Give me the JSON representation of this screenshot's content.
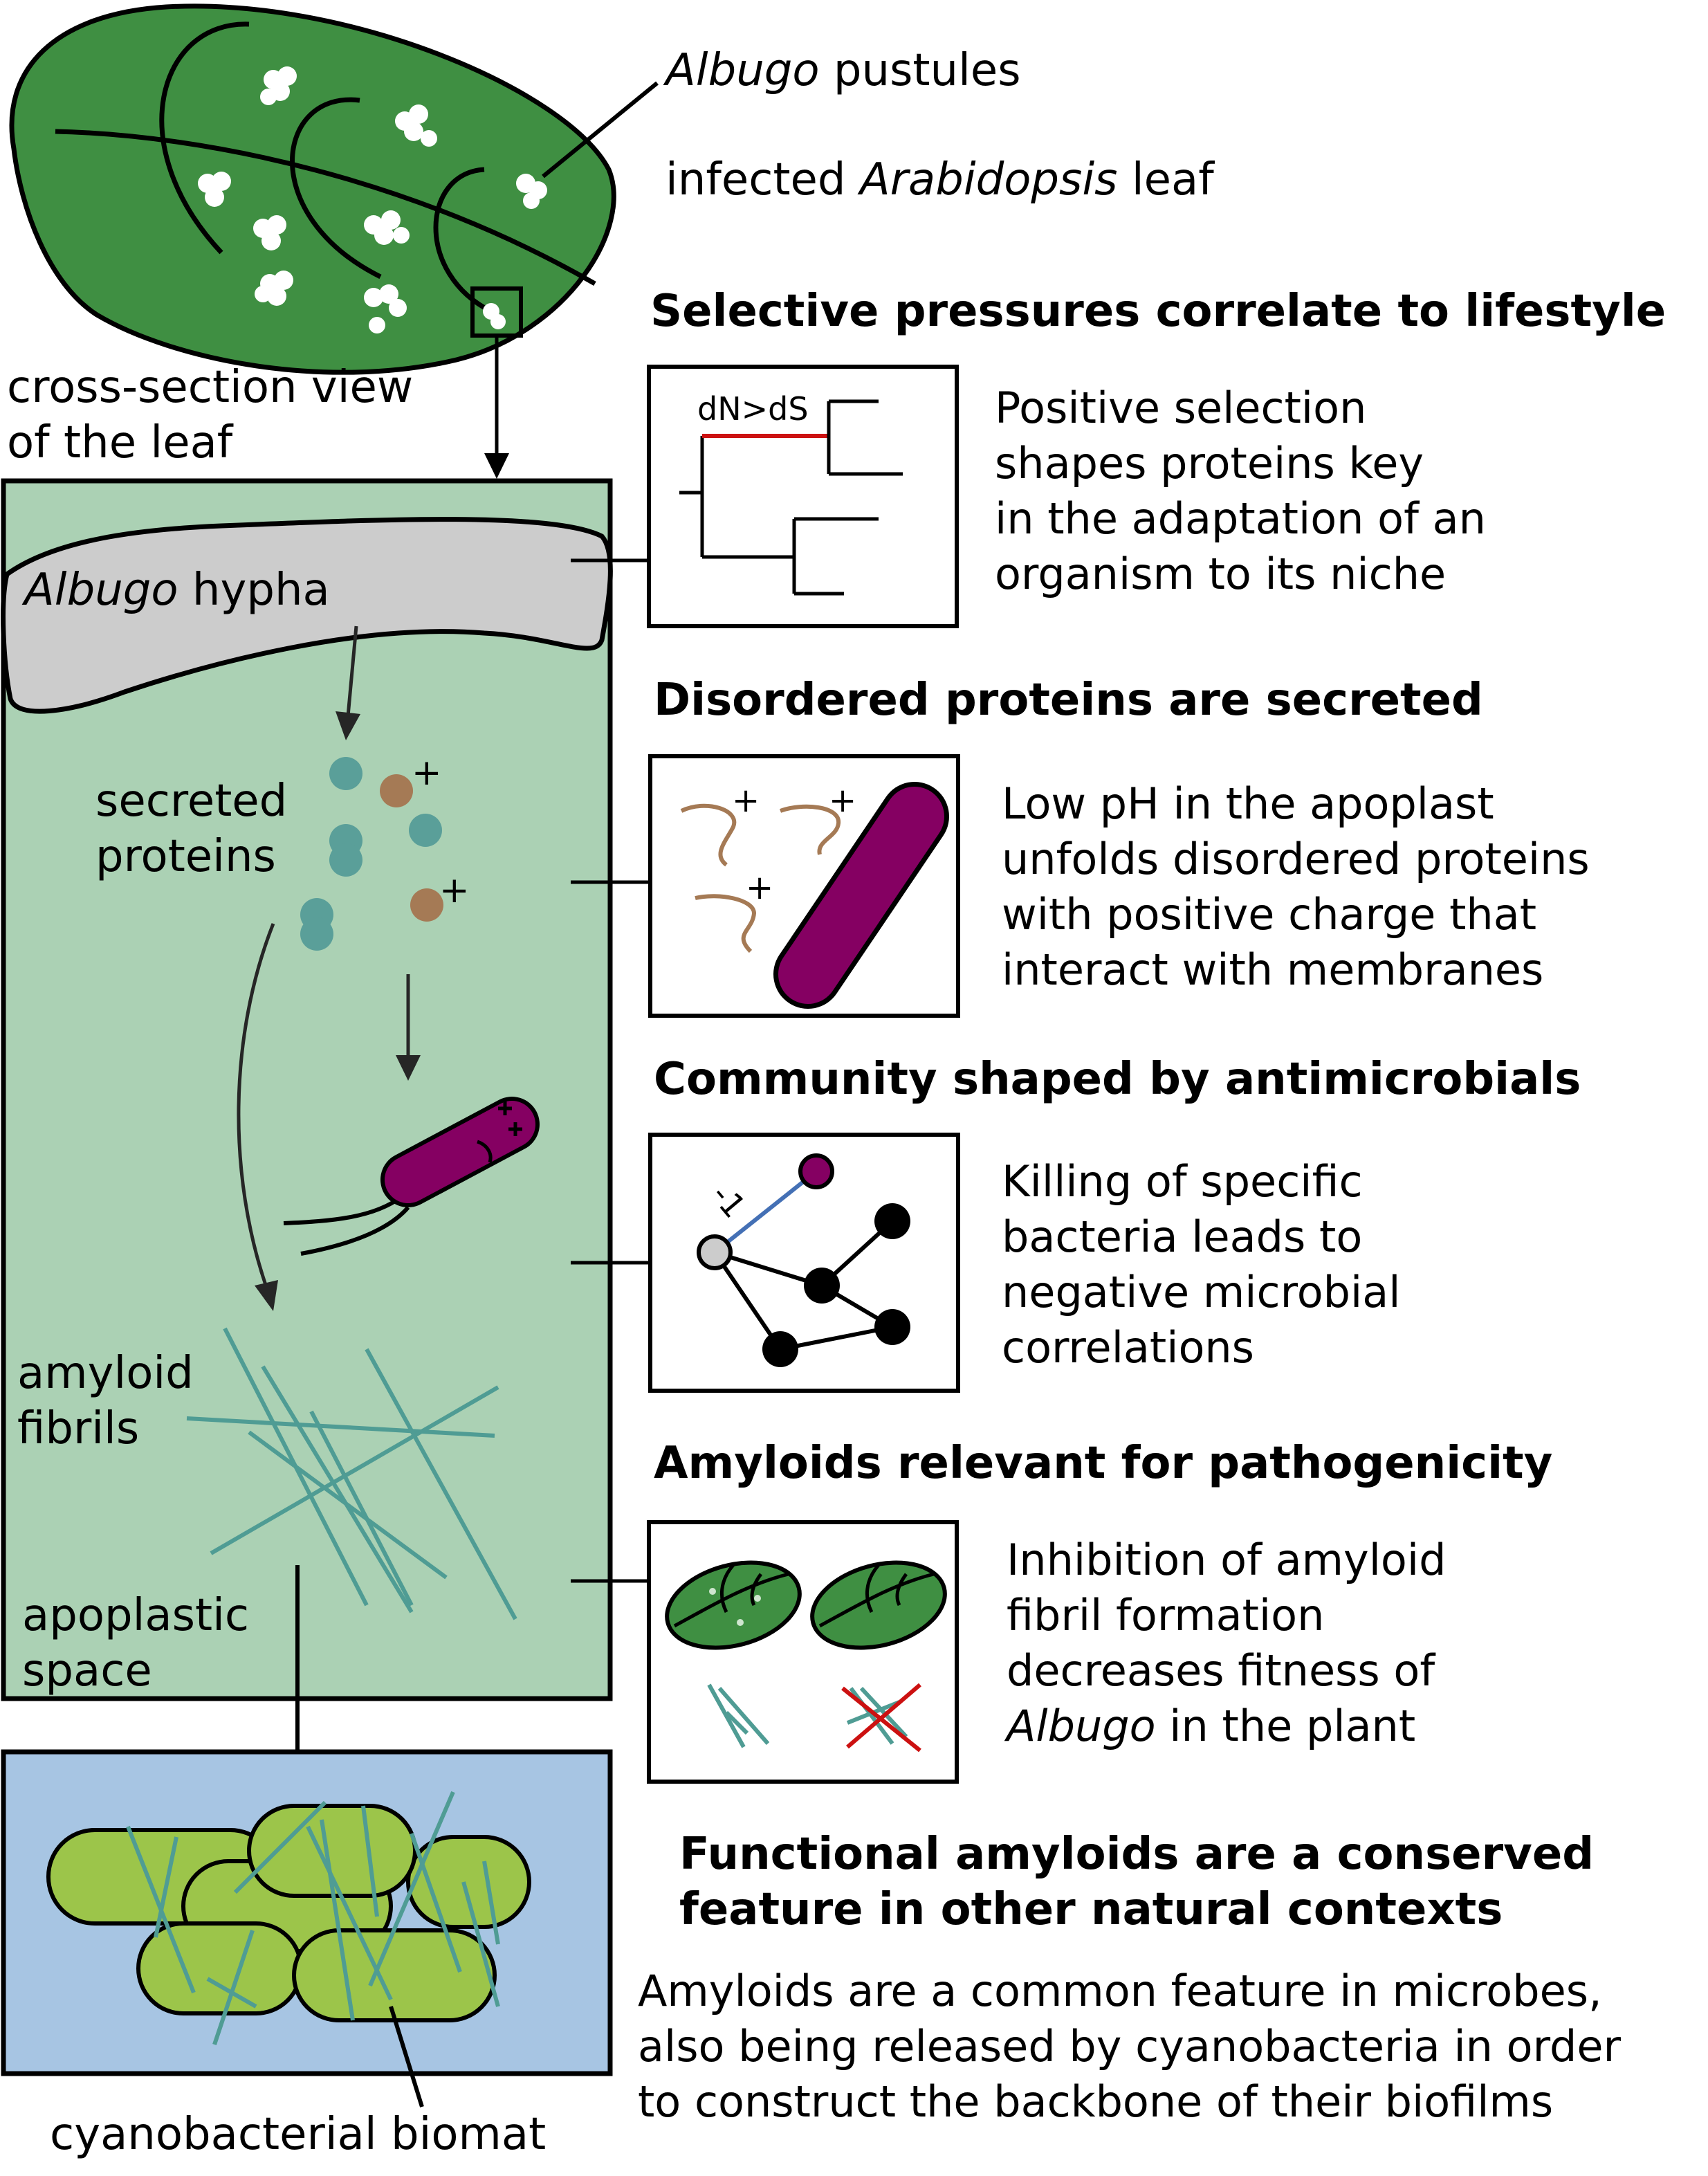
{
  "leaf": {
    "pustules_label_italic": "Albugo",
    "pustules_label_rest": "pustules",
    "leaf_label_prefix": "infected",
    "leaf_label_italic": "Arabidopsis",
    "leaf_label_suffix": "leaf",
    "cross_section_line1": "cross-section view",
    "cross_section_line2": "of the leaf"
  },
  "apoplast": {
    "hypha_italic": "Albugo",
    "hypha_rest": "hypha",
    "secreted_line1": "secreted",
    "secreted_line2": "proteins",
    "plus_sign": "+",
    "amyloid_line1": "amyloid",
    "amyloid_line2": "fibrils",
    "space_line1": "apoplastic",
    "space_line2": "space"
  },
  "biomat": {
    "label": "cyanobacterial biomat"
  },
  "panels": [
    {
      "heading": "Selective pressures correlate to lifestyle",
      "icon_text": "dN>dS",
      "lines": [
        "Positive selection",
        "shapes proteins key",
        "in the adaptation of an",
        "organism to its niche"
      ]
    },
    {
      "heading": "Disordered proteins are secreted",
      "lines": [
        "Low pH in the apoplast",
        "unfolds disordered proteins",
        "with positive charge that",
        "interact with membranes"
      ]
    },
    {
      "heading": "Community shaped by antimicrobials",
      "icon_text": "-1",
      "lines": [
        "Killing of specific",
        "bacteria leads to",
        "negative microbial",
        "correlations"
      ]
    },
    {
      "heading": "Amyloids relevant for pathogenicity",
      "lines": [
        "Inhibition of amyloid",
        "fibril formation",
        "decreases fitness of"
      ],
      "last_line_italic": "Albugo",
      "last_line_rest": "in the plant"
    }
  ],
  "functional": {
    "heading_line1": "Functional amyloids are a conserved",
    "heading_line2": "feature in other natural contexts",
    "lines": [
      "Amyloids are a common feature in microbes,",
      "also being released by cyanobacteria in order",
      "to construct the backbone of their biofilms"
    ]
  },
  "colors": {
    "leaf_green": "#3f8f42",
    "apoplast_green": "#abd1b4",
    "hypha_gray": "#cccccc",
    "protein_teal": "#5a9f99",
    "protein_brown": "#a57a55",
    "bacterium_purple": "#850062",
    "fibril_teal": "#4f9c94",
    "biomat_blue": "#a7c5e3",
    "cyano_green": "#9cc54a",
    "selection_red": "#cc1111",
    "correlation_blue": "#4470b5"
  }
}
